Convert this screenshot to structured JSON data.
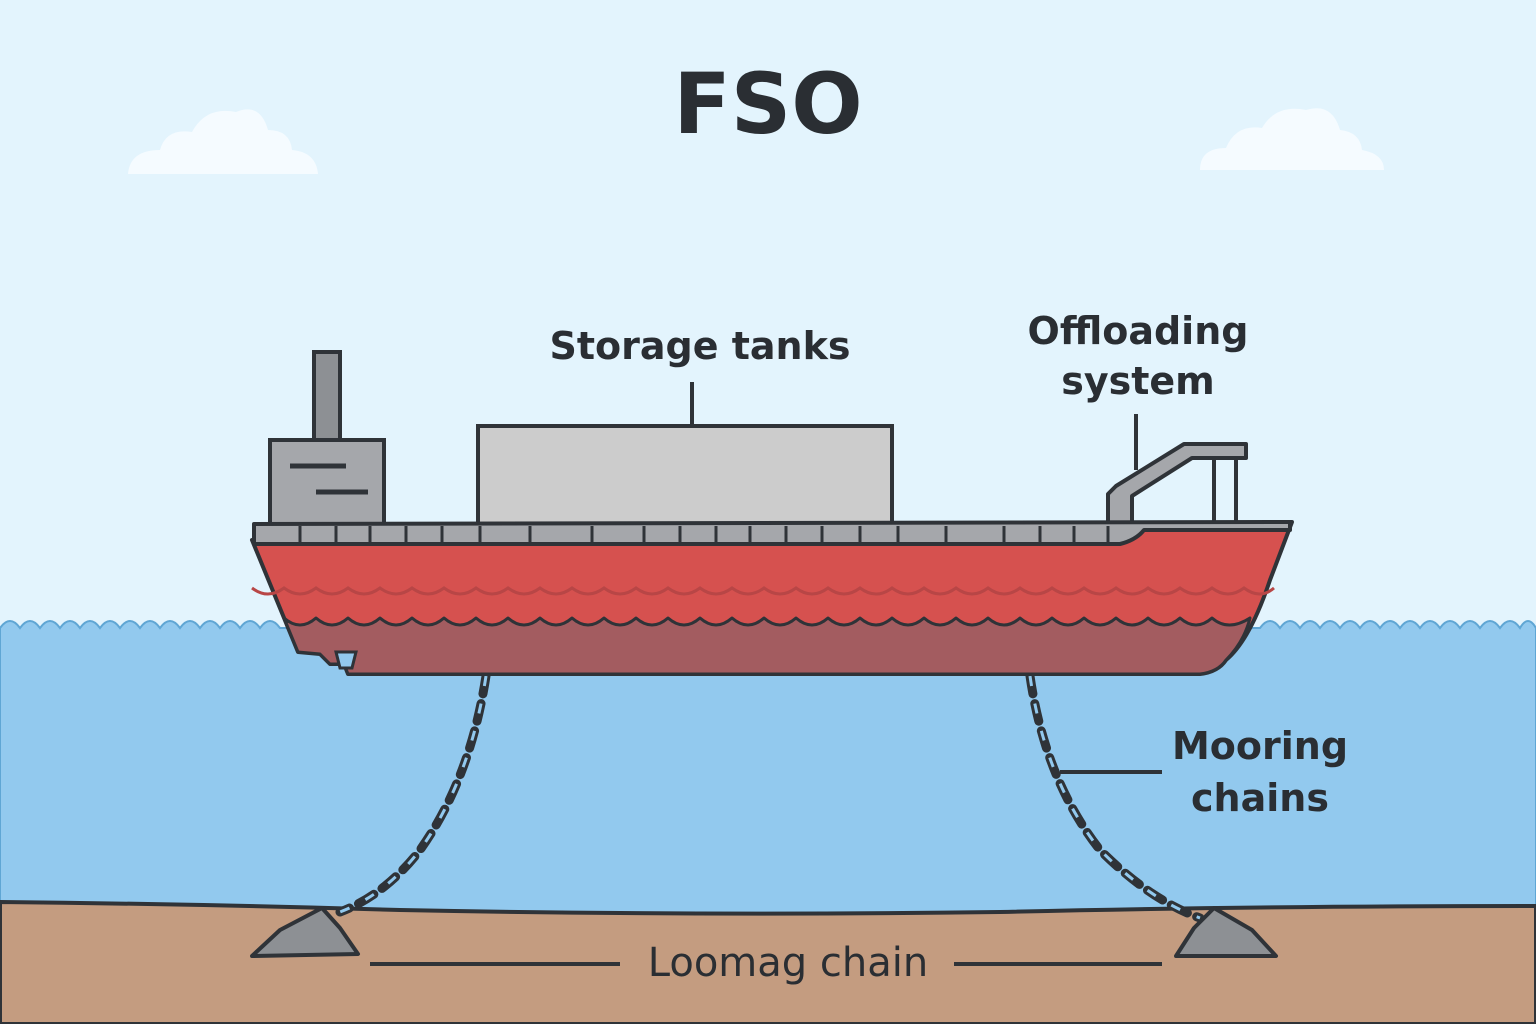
{
  "title": "FSO",
  "labels": {
    "storage_tanks": "Storage tanks",
    "offloading_line1": "Offloading",
    "offloading_line2": "system",
    "mooring_line1": "Mooring",
    "mooring_line2": "chains",
    "seabed_chain": "Loomag chain"
  },
  "colors": {
    "sky": "#e3f4fd",
    "sea": "#92c9ee",
    "seabed": "#c49c80",
    "hull_red": "#d6514f",
    "hull_submerged": "#a35c60",
    "deck": "#a5a7ab",
    "tank": "#cccccc",
    "outline": "#2f3338"
  },
  "icons": [
    "cloud-icon",
    "anchor-icon",
    "chain-icon",
    "ship-icon"
  ]
}
